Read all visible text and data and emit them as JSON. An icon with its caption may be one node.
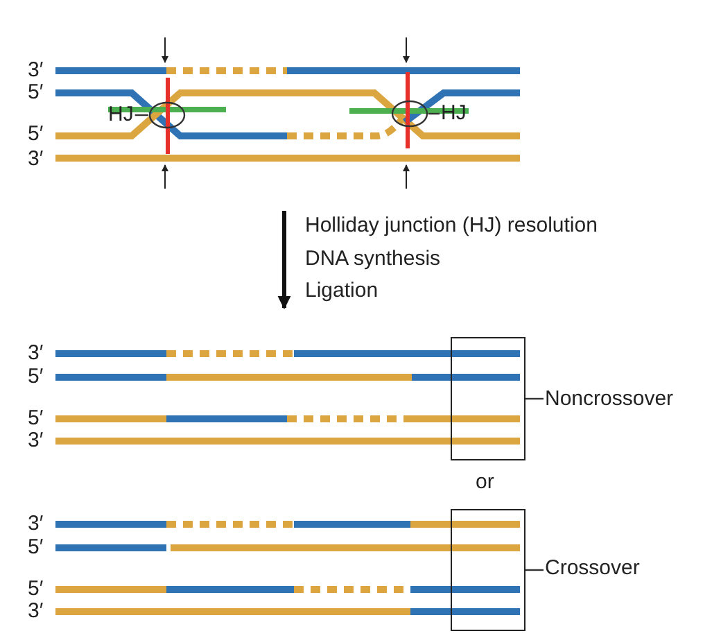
{
  "diagram": {
    "nodes": [
      {
        "text": [
          "HJ"
        ]
      },
      {
        "text": [],
        "shape": "ellipse"
      },
      {
        "text": [],
        "shape": "ellipse"
      },
      {
        "text": [
          "HJ"
        ]
      },
      {
        "text": [],
        "shape": "box"
      },
      {
        "text": [
          "Noncrossover"
        ]
      },
      {
        "text": [],
        "shape": "box"
      },
      {
        "text": [
          "Crossover"
        ]
      }
    ],
    "edges": [
      {
        "from": 0,
        "to": 1,
        "arrow": "none"
      },
      {
        "from": 3,
        "to": 2,
        "arrow": "none"
      },
      {
        "from": 5,
        "to": 4,
        "arrow": "none"
      },
      {
        "from": 7,
        "to": 6,
        "arrow": "none"
      }
    ],
    "labels": [
      "3′",
      "5′",
      "5′",
      "3′",
      "Holliday junction (HJ) resolution",
      "DNA synthesis",
      "Ligation",
      "3′",
      "5′",
      "5′",
      "3′",
      "or",
      "3′",
      "5′",
      "5′",
      "3′"
    ]
  }
}
